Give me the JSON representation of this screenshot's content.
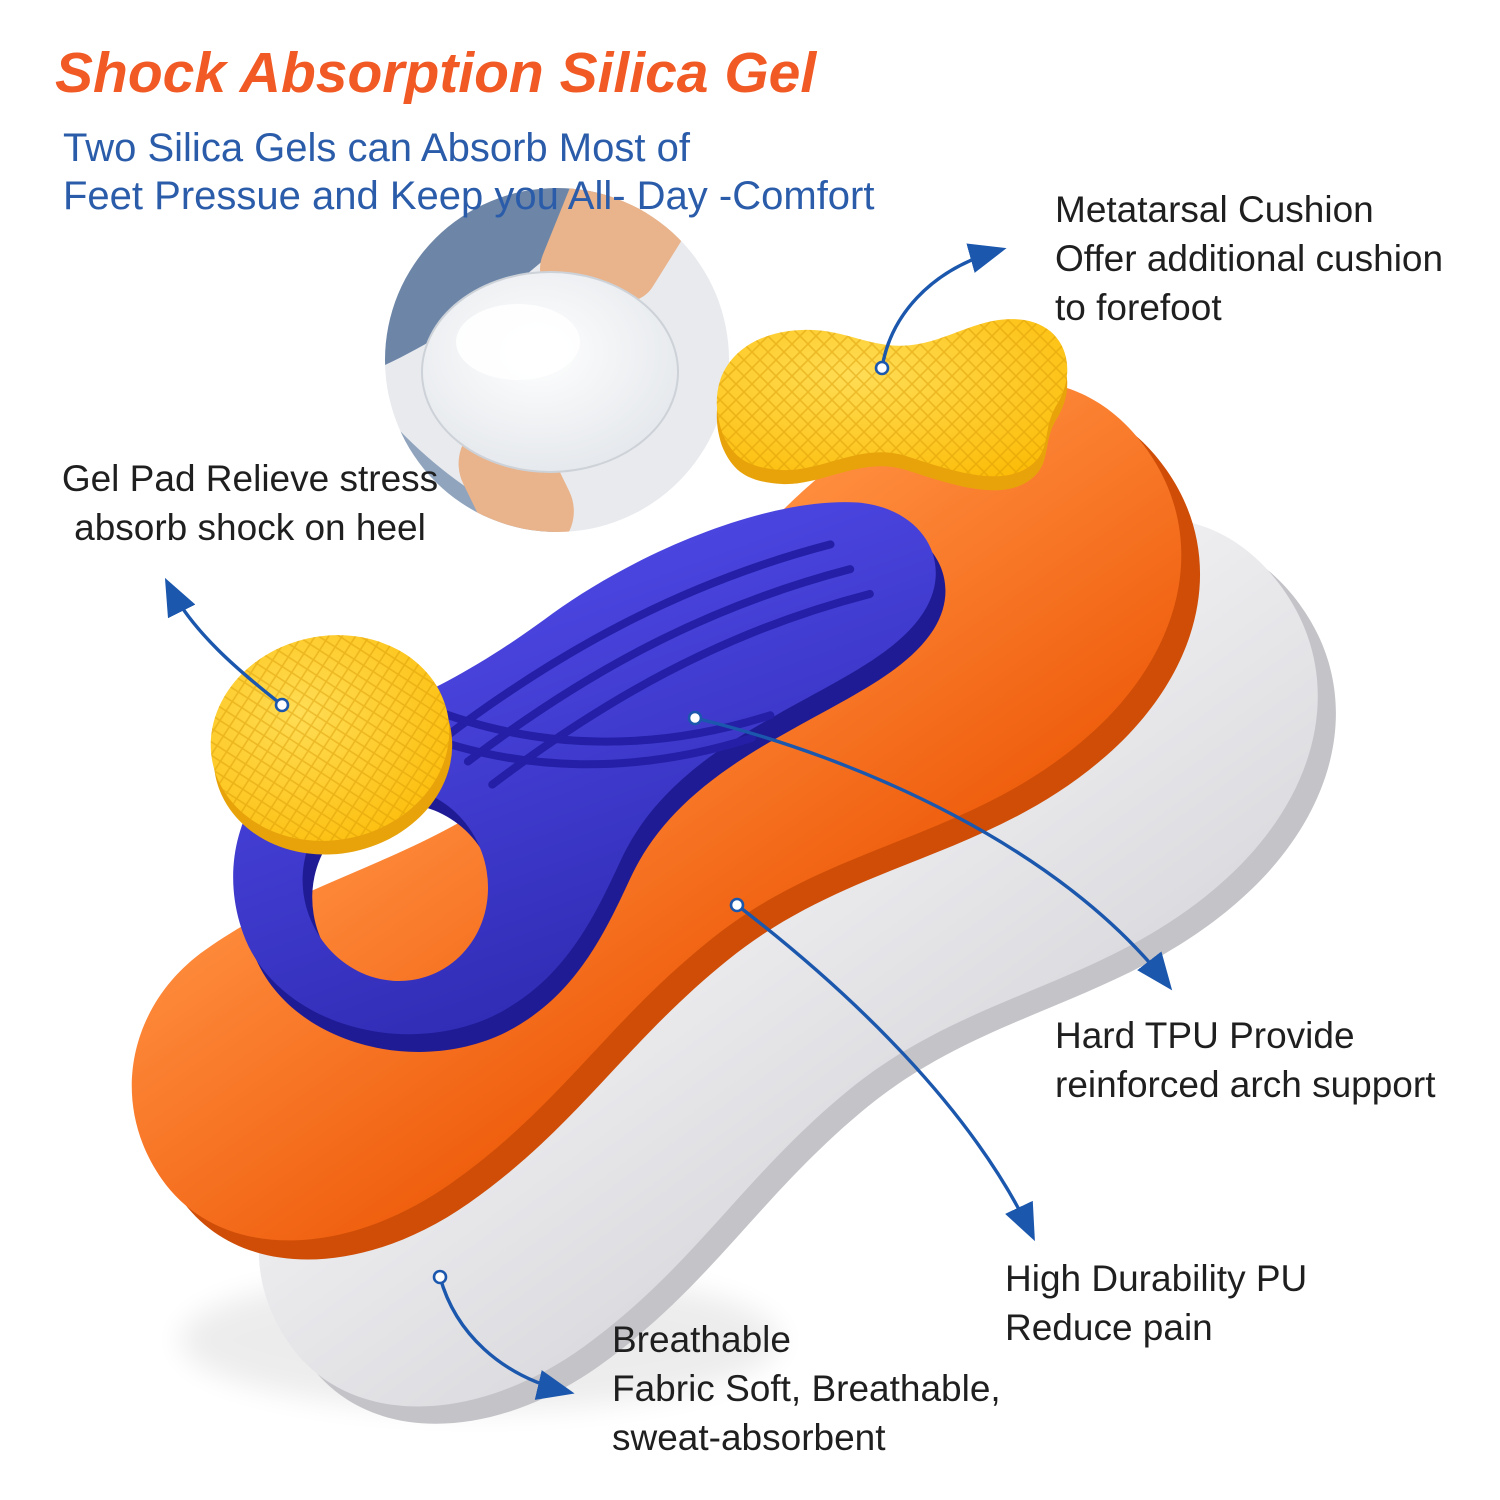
{
  "header": {
    "title": "Shock Absorption Silica Gel",
    "subtitle_line1": "Two Silica Gels can Absorb Most of",
    "subtitle_line2": "Feet Pressue and Keep you All- Day -Comfort"
  },
  "annotations": {
    "metatarsal": {
      "line1": "Metatarsal Cushion",
      "line2": "Offer additional cushion",
      "line3": "to forefoot"
    },
    "gel_pad": {
      "line1": "Gel Pad Relieve stress",
      "line2": "absorb shock on heel"
    },
    "hard_tpu": {
      "line1": "Hard TPU Provide",
      "line2": "reinforced arch support"
    },
    "high_durability": {
      "line1": "High Durability PU",
      "line2": "Reduce pain"
    },
    "breathable": {
      "line1": "Breathable",
      "line2": "Fabric Soft, Breathable,",
      "line3": "sweat-absorbent"
    }
  },
  "colors": {
    "title_orange": "#f15a24",
    "subtitle_blue": "#2a5caa",
    "annotation_text": "#1f1f1f",
    "arrow_blue": "#1b57ad",
    "foam_orange": "#f26712",
    "tpu_blue": "#3a34c8",
    "gel_yellow": "#fcbf0a",
    "pu_gray": "#e2e2e5"
  }
}
